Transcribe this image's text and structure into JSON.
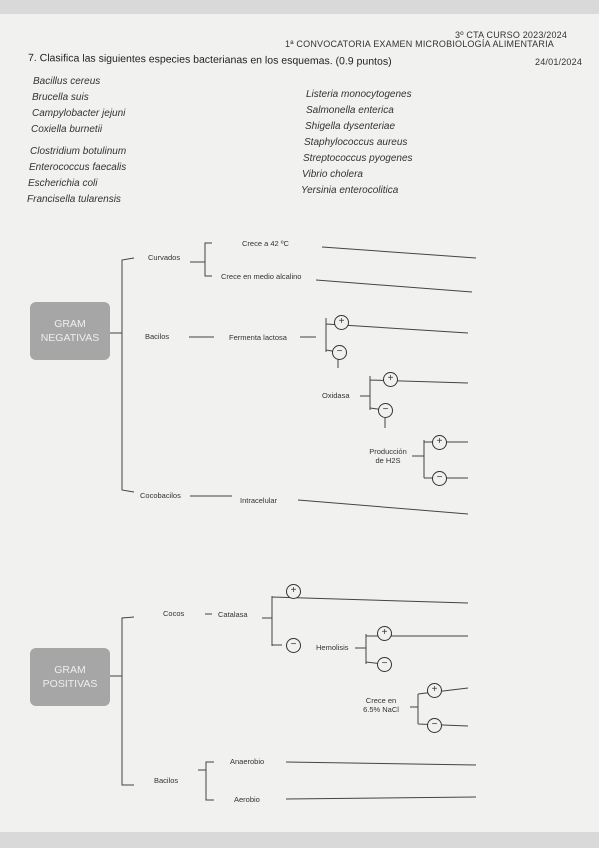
{
  "header": {
    "course": "3º CTA   CURSO 2023/2024",
    "exam": "1ª CONVOCATORIA  EXAMEN MICROBIOLOGÍA ALIMENTARIA",
    "date": "24/01/2024"
  },
  "question": "7. Clasifica las siguientes especies bacterianas en los esquemas. (0.9 puntos)",
  "species_left": [
    "Bacillus cereus",
    "Brucella suis",
    "Campylobacter jejuni",
    "Coxiella burnetii",
    "Clostridium botulinum",
    "Enterococcus faecalis",
    "Escherichia coli",
    "Francisella tularensis"
  ],
  "species_right": [
    "Listeria monocytogenes",
    "Salmonella enterica",
    "Shigella dysenteriae",
    "Staphylococcus aureus",
    "Streptococcus pyogenes",
    "Vibrio cholera",
    "Yersinia enterocolitica"
  ],
  "gram_neg": {
    "box_line1": "GRAM",
    "box_line2": "NEGATIVAS",
    "curvados": "Curvados",
    "crece42": "Crece a 42 ºC",
    "alcalino": "Crece en medio alcalino",
    "bacilos": "Bacilos",
    "fermenta": "Fermenta lactosa",
    "oxidasa": "Oxidasa",
    "h2s_line1": "Producción",
    "h2s_line2": "de H2S",
    "cocobacilos": "Cocobacilos",
    "intracelular": "Intracelular"
  },
  "gram_pos": {
    "box_line1": "GRAM",
    "box_line2": "POSITIVAS",
    "cocos": "Cocos",
    "catalasa": "Catalasa",
    "hemolisis": "Hemolisis",
    "nacl_line1": "Crece en",
    "nacl_line2": "6.5% NaCl",
    "bacilos": "Bacilos",
    "anaerobio": "Anaerobio",
    "aerobio": "Aerobio"
  },
  "signs": {
    "plus": "+",
    "minus": "−"
  }
}
